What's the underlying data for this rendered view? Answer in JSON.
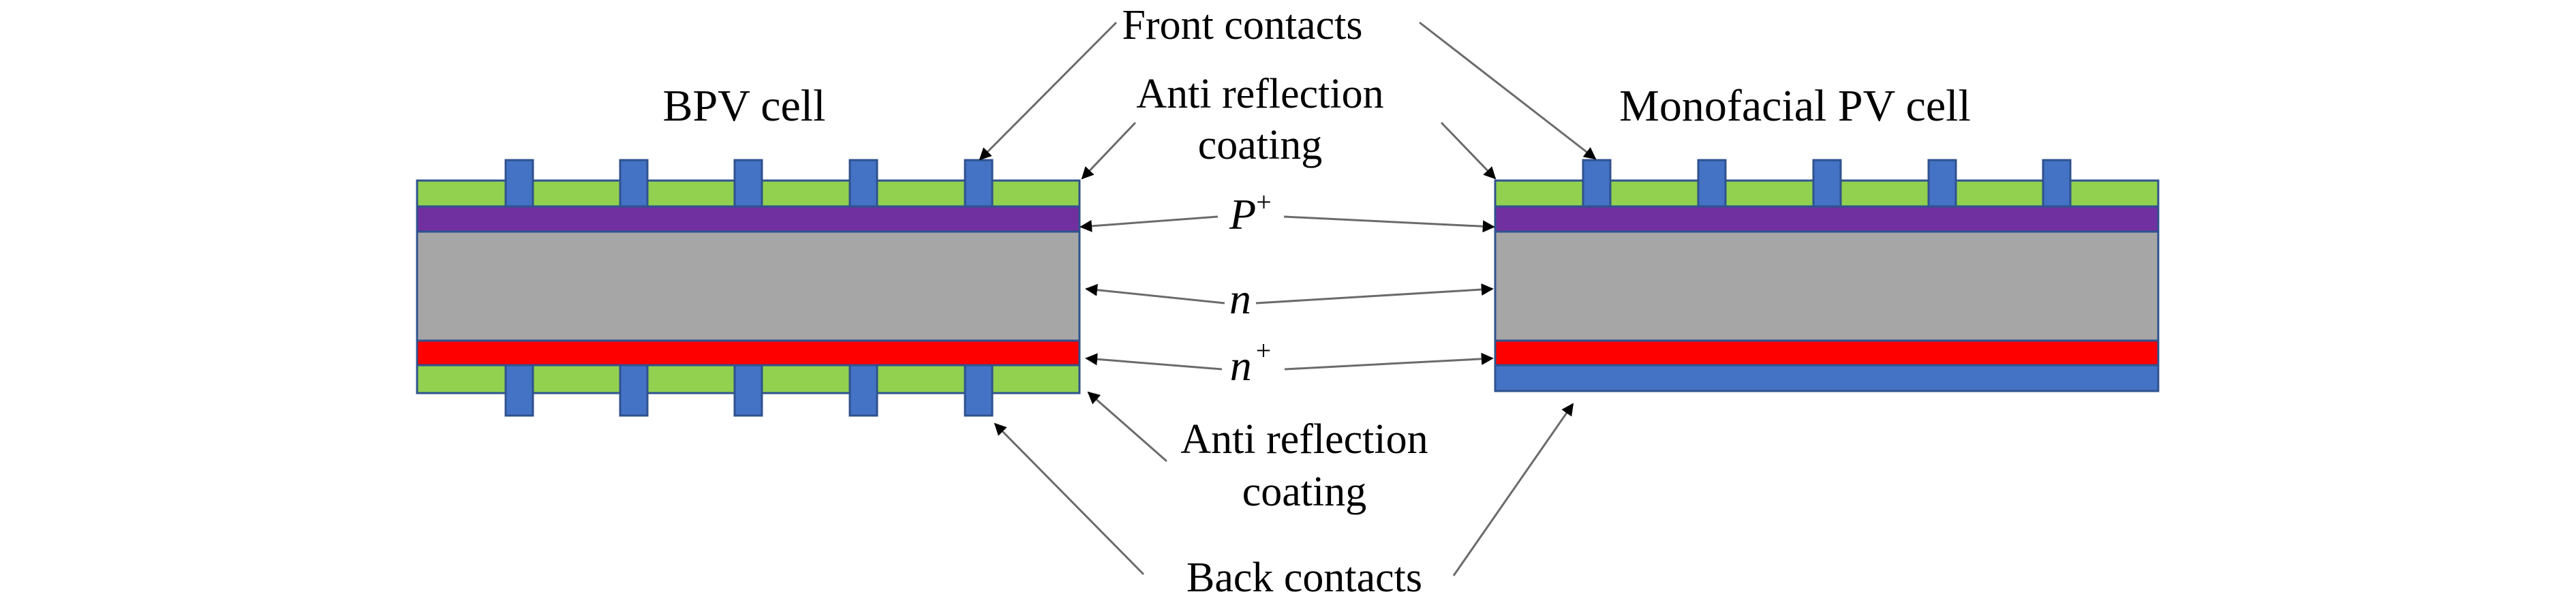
{
  "diagram": {
    "cells": [
      {
        "id": "bpv",
        "title": "BPV cell",
        "layers_top_to_bottom": [
          "Anti reflection coating",
          "P+",
          "n",
          "n+",
          "Anti reflection coating"
        ],
        "front_contacts": 5,
        "back_contacts": 5,
        "back_contact_type": "grid fingers"
      },
      {
        "id": "monofacial",
        "title": "Monofacial PV cell",
        "layers_top_to_bottom": [
          "Anti reflection coating",
          "P+",
          "n",
          "n+",
          "Back contact (full metal)"
        ],
        "front_contacts": 5,
        "back_contacts": 1,
        "back_contact_type": "full-area"
      }
    ],
    "labels": {
      "front_contacts": "Front contacts",
      "arc_top_line1": "Anti reflection",
      "arc_top_line2": "coating",
      "p_plus_base": "P",
      "p_plus_sup": "+",
      "n": "n",
      "n_plus_base": "n",
      "n_plus_sup": "+",
      "arc_bottom_line1": "Anti reflection",
      "arc_bottom_line2": "coating",
      "back_contacts": "Back contacts"
    },
    "colors": {
      "anti_reflection": "#92d050",
      "p_plus": "#7030a0",
      "n": "#a6a6a6",
      "n_plus": "#ff0000",
      "contact": "#4472c4",
      "outline": "#2f528f",
      "arrow": "#6b6b6b"
    }
  }
}
